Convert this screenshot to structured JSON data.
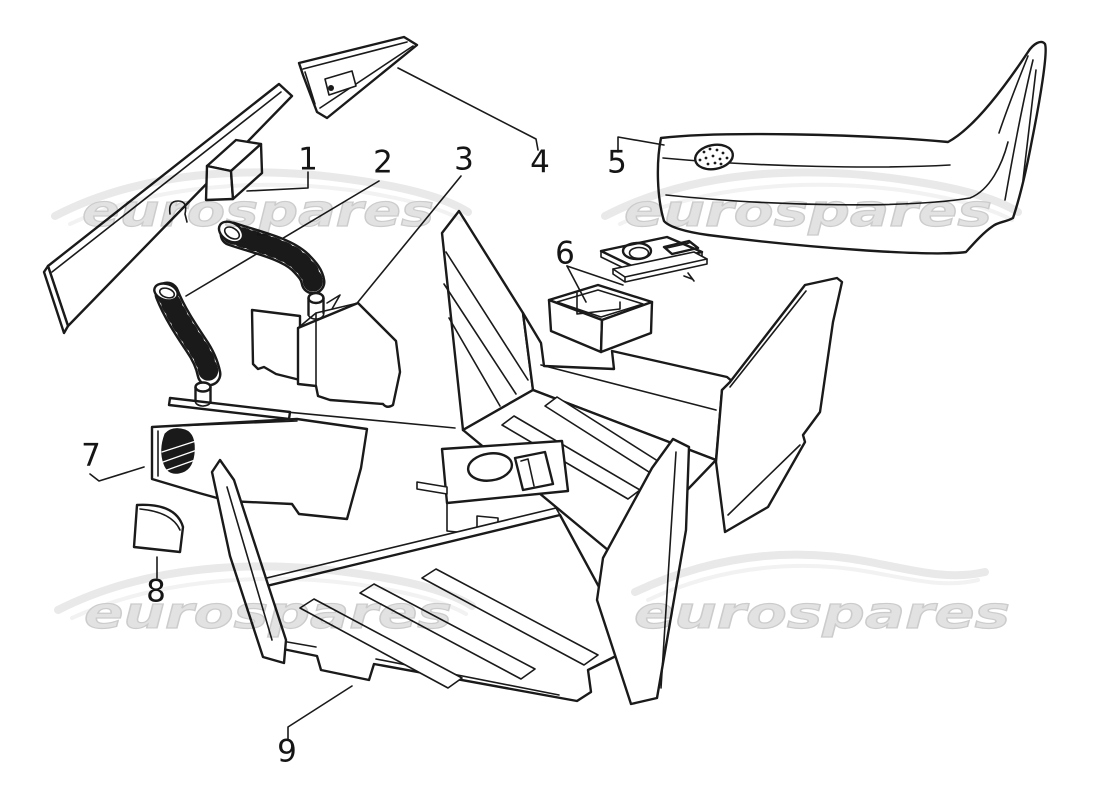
{
  "diagram": {
    "watermark_text": "eurospares",
    "watermark_fill": "#e2e2e2",
    "watermark_outline": "#cccccc",
    "line_color": "#1a1a1a",
    "background": "#ffffff",
    "callouts": [
      {
        "label": "1"
      },
      {
        "label": "2"
      },
      {
        "label": "3"
      },
      {
        "label": "4"
      },
      {
        "label": "5"
      },
      {
        "label": "6"
      },
      {
        "label": "7"
      },
      {
        "label": "8"
      },
      {
        "label": "9"
      }
    ]
  }
}
